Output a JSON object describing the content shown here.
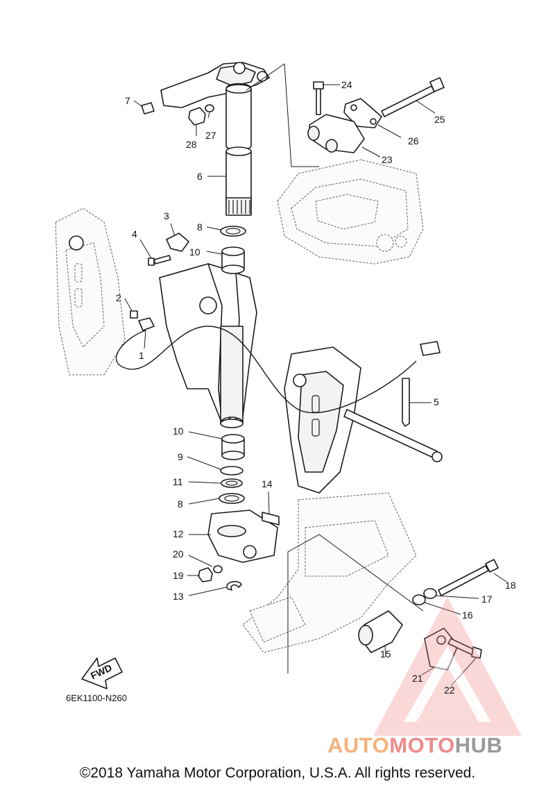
{
  "diagram_code": "6EK1100-N260",
  "fwd_label": "FWD",
  "copyright": "©2018 Yamaha Motor Corporation, U.S.A. All rights reserved.",
  "watermark": {
    "part1": "AUTO",
    "part2": "MOTO",
    "part3": "HUB",
    "colors": {
      "part1": "#f5b27a",
      "part2": "#ef8a8a",
      "part3": "#9a9a9a",
      "triangle": "#f08080"
    }
  },
  "callouts": [
    "7",
    "27",
    "28",
    "24",
    "25",
    "26",
    "23",
    "6",
    "3",
    "8",
    "4",
    "10",
    "2",
    "1",
    "5",
    "10",
    "9",
    "11",
    "14",
    "8",
    "12",
    "20",
    "19",
    "13",
    "18",
    "17",
    "16",
    "15",
    "21",
    "22"
  ]
}
